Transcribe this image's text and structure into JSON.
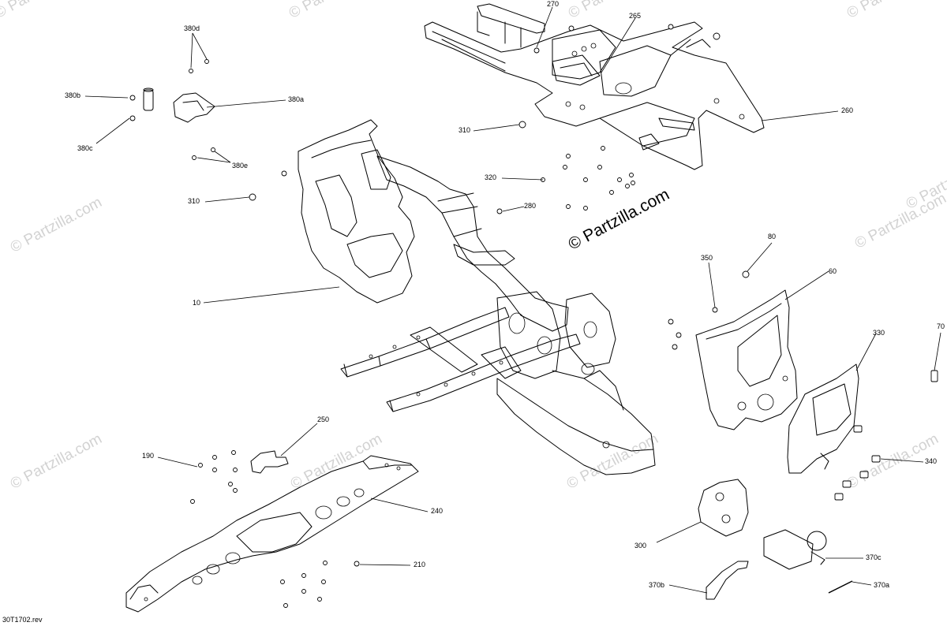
{
  "diagram": {
    "reference_code": "30T1702.rev",
    "center_watermark": "© Partzilla.com",
    "background_watermark": "© Partzilla.com",
    "callouts": [
      {
        "id": "c-10",
        "text": "10"
      },
      {
        "id": "c-60",
        "text": "60"
      },
      {
        "id": "c-70",
        "text": "70"
      },
      {
        "id": "c-80",
        "text": "80"
      },
      {
        "id": "c-190",
        "text": "190"
      },
      {
        "id": "c-210",
        "text": "210"
      },
      {
        "id": "c-240",
        "text": "240"
      },
      {
        "id": "c-250",
        "text": "250"
      },
      {
        "id": "c-260",
        "text": "260"
      },
      {
        "id": "c-265",
        "text": "265"
      },
      {
        "id": "c-270",
        "text": "270"
      },
      {
        "id": "c-280",
        "text": "280"
      },
      {
        "id": "c-300",
        "text": "300"
      },
      {
        "id": "c-310a",
        "text": "310"
      },
      {
        "id": "c-310b",
        "text": "310"
      },
      {
        "id": "c-320",
        "text": "320"
      },
      {
        "id": "c-330",
        "text": "330"
      },
      {
        "id": "c-340",
        "text": "340"
      },
      {
        "id": "c-350",
        "text": "350"
      },
      {
        "id": "c-370a",
        "text": "370a"
      },
      {
        "id": "c-370b",
        "text": "370b"
      },
      {
        "id": "c-370c",
        "text": "370c"
      },
      {
        "id": "c-380a",
        "text": "380a"
      },
      {
        "id": "c-380b",
        "text": "380b"
      },
      {
        "id": "c-380c",
        "text": "380c"
      },
      {
        "id": "c-380d",
        "text": "380d"
      },
      {
        "id": "c-380e",
        "text": "380e"
      }
    ]
  }
}
